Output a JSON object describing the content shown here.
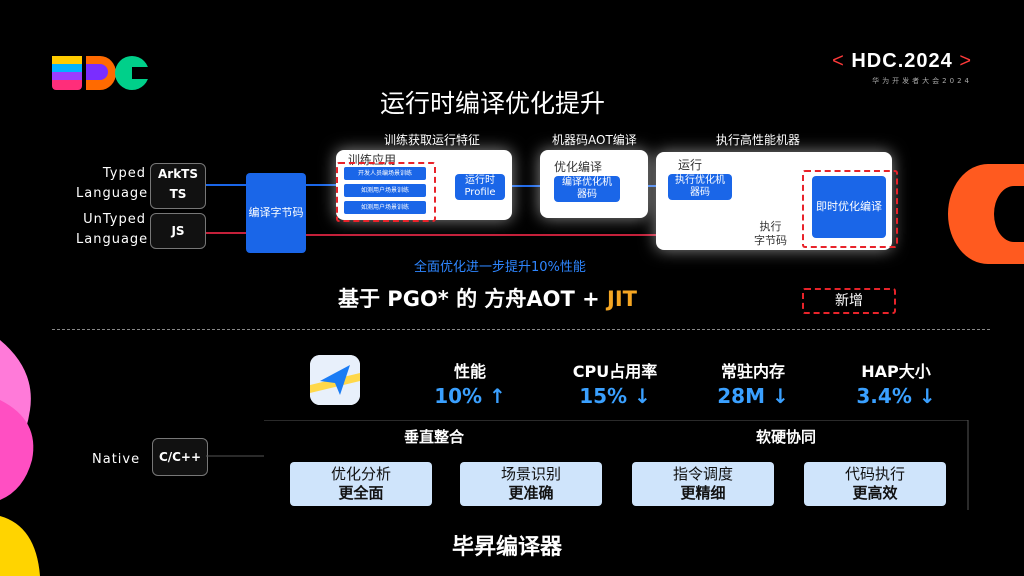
{
  "header": {
    "event_title": "HDC.2024",
    "event_subtitle": "华为开发者大会2024",
    "bracket_left": "<",
    "bracket_right": ">"
  },
  "title": "运行时编译优化提升",
  "stages": {
    "training": "训练获取运行特征",
    "machine_code": "机器码AOT编译",
    "execute": "执行高性能机器"
  },
  "languages": {
    "typed": "Typed Language",
    "typed_1": "Typed",
    "typed_2": "Language",
    "arkts": "ArkTS",
    "ts": "TS",
    "untyped_1": "UnTyped",
    "untyped_2": "Language",
    "js": "JS",
    "native": "Native",
    "cpp": "C/C++"
  },
  "flow": {
    "bytecode": "编译字节码",
    "train_app": "训练应用",
    "train_rows": [
      "开发人员编场景训练",
      "如测用户场景训练",
      "如测用户场景训练"
    ],
    "runtime_profile_1": "运行时",
    "runtime_profile_2": "Profile",
    "optimize_compile": "优化编译",
    "compile_optimized_1": "编译优化机",
    "compile_optimized_2": "器码",
    "run": "运行",
    "execute_optimized_1": "执行优化机",
    "execute_optimized_2": "器码",
    "execute_bytecode_1": "执行",
    "execute_bytecode_2": "字节码",
    "jit_optimize": "即时优化编译"
  },
  "caption": "全面优化进一步提升10%性能",
  "aot_prefix": "基于 PGO* 的 方舟AOT + ",
  "aot_jit": "JIT",
  "new_label": "新增",
  "metrics": [
    {
      "label": "性能",
      "value": "10% ↑"
    },
    {
      "label": "CPU占用率",
      "value": "15% ↓"
    },
    {
      "label": "常驻内存",
      "value": "28M ↓"
    },
    {
      "label": "HAP大小",
      "value": "3.4% ↓"
    }
  ],
  "sections": {
    "vertical": "垂直整合",
    "hw_sw": "软硬协同"
  },
  "features": [
    {
      "line1": "优化分析",
      "line2": "更全面"
    },
    {
      "line1": "场景识别",
      "line2": "更准确"
    },
    {
      "line1": "指令调度",
      "line2": "更精细"
    },
    {
      "line1": "代码执行",
      "line2": "更高效"
    }
  ],
  "bottom_title": "毕昇编译器",
  "colors": {
    "background": "#000000",
    "accent_blue": "#1a66e8",
    "metric_blue": "#3aa0ff",
    "dash_red": "#e8232a",
    "jit_orange": "#f5a623",
    "feature_bg": "#cfe4fb"
  }
}
